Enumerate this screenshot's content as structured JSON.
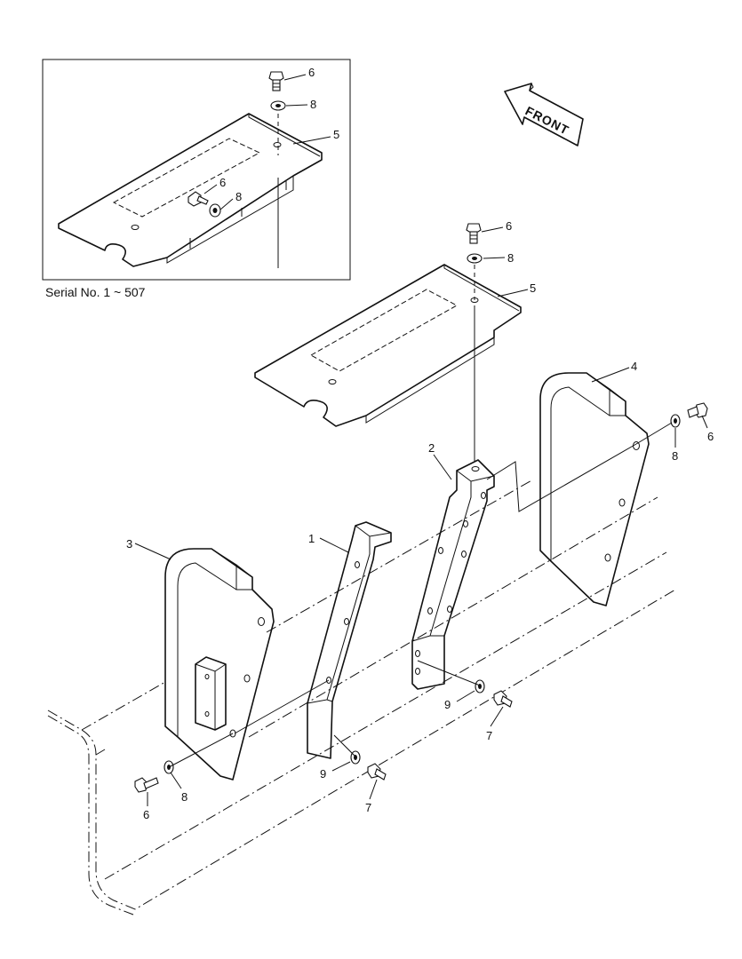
{
  "inset": {
    "serial_label": "Serial No. 1 ~ 507"
  },
  "front_label": "FRONT",
  "callouts": {
    "inset_bolt_top": "6",
    "inset_washer_top": "8",
    "inset_plate": "5",
    "inset_bolt_mid": "6",
    "inset_washer_mid": "8",
    "main_bolt_top": "6",
    "main_washer_top": "8",
    "main_plate": "5",
    "guard_right": "4",
    "washer_right": "8",
    "bolt_right": "6",
    "bracket_right": "2",
    "bracket_left": "1",
    "guard_left": "3",
    "washer_bracket_right": "9",
    "bolt_bracket_right": "7",
    "washer_bracket_left": "9",
    "bolt_bracket_left": "7",
    "bolt_left": "6",
    "washer_left": "8"
  }
}
